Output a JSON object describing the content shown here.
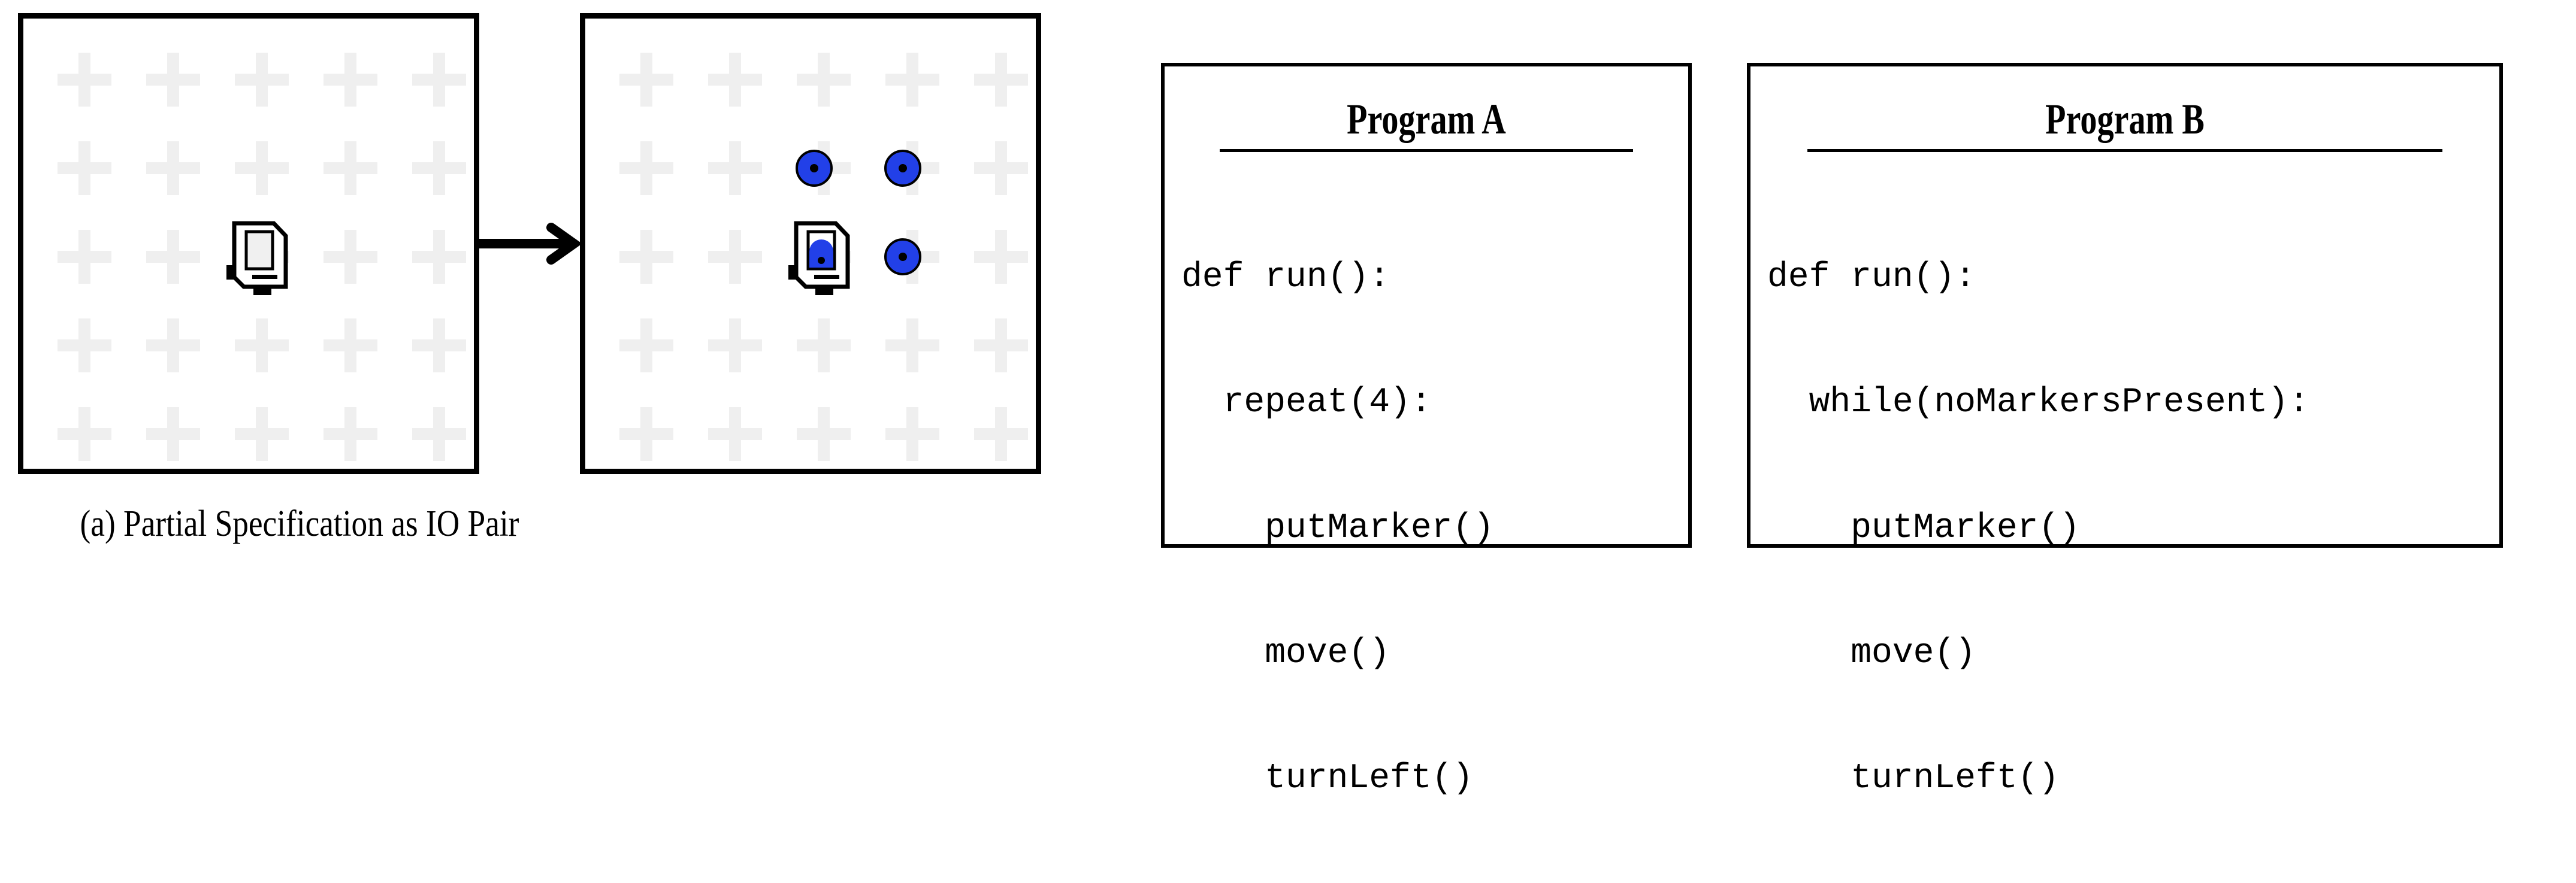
{
  "figure": {
    "caption": "(a) Partial Specification as IO Pair",
    "arrow_icon": "right-arrow-icon",
    "grid": {
      "rows": 5,
      "cols": 5,
      "cross_color": "#efefef",
      "border_color": "#000000"
    },
    "input_world": {
      "label": "input-grid",
      "robot": {
        "row": 2,
        "col": 2,
        "facing": "east",
        "has_marker": false
      },
      "markers": []
    },
    "output_world": {
      "label": "output-grid",
      "robot": {
        "row": 2,
        "col": 2,
        "facing": "east",
        "has_marker": true
      },
      "marker_color": "#2240e8",
      "marker_dot_color": "#000000",
      "markers": [
        {
          "row": 1,
          "col": 2
        },
        {
          "row": 1,
          "col": 3
        },
        {
          "row": 2,
          "col": 3
        }
      ]
    }
  },
  "programs": [
    {
      "id": "program-a",
      "title": "Program A",
      "code_lines": [
        "def run():",
        "  repeat(4):",
        "    putMarker()",
        "    move()",
        "    turnLeft()"
      ]
    },
    {
      "id": "program-b",
      "title": "Program B",
      "code_lines": [
        "def run():",
        "  while(noMarkersPresent):",
        "    putMarker()",
        "    move()",
        "    turnLeft()"
      ]
    }
  ]
}
